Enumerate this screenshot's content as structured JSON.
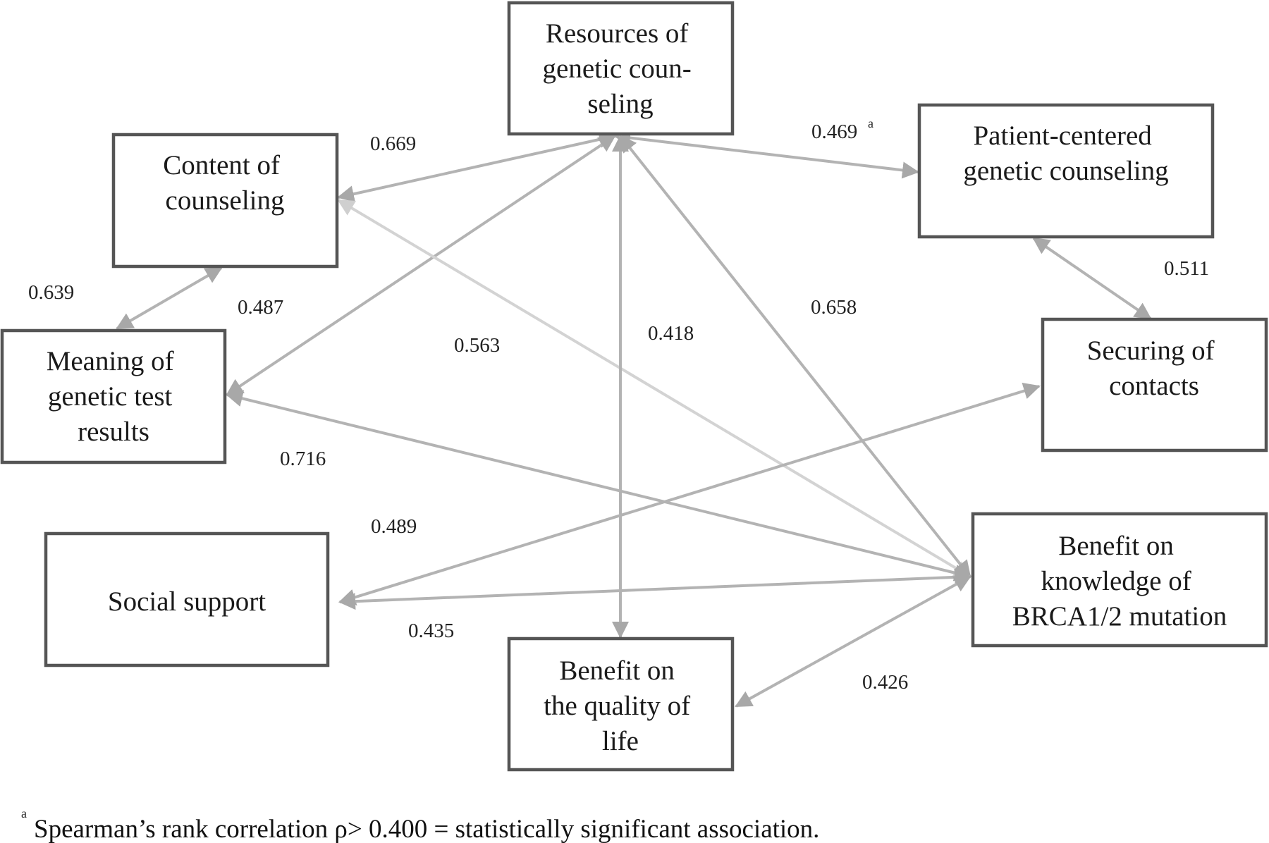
{
  "nodes": {
    "resources": [
      "Resources of",
      "genetic coun-",
      "seling"
    ],
    "content": [
      "Content of",
      "counseling"
    ],
    "patient": [
      "Patient-centered",
      "genetic counseling"
    ],
    "meaning": [
      "Meaning of",
      "genetic test",
      "results"
    ],
    "securing": [
      "Securing of",
      "contacts"
    ],
    "social": [
      "Social support"
    ],
    "knowledge": [
      "Benefit on",
      "knowledge of",
      "BRCA1/2 mutation"
    ],
    "quality": [
      "Benefit on",
      "the quality of",
      "life"
    ]
  },
  "edges": [
    {
      "id": "res-content",
      "value": "0.669"
    },
    {
      "id": "res-patient",
      "value": "0.469",
      "sup": "a"
    },
    {
      "id": "content-meaning",
      "value": "0.639"
    },
    {
      "id": "res-meaning",
      "value": "0.487"
    },
    {
      "id": "content-knowledge",
      "value": "0.563"
    },
    {
      "id": "res-quality",
      "value": "0.418"
    },
    {
      "id": "res-knowledge",
      "value": "0.658"
    },
    {
      "id": "patient-securing",
      "value": "0.511"
    },
    {
      "id": "meaning-knowledge",
      "value": "0.716"
    },
    {
      "id": "social-securing",
      "value": "0.489"
    },
    {
      "id": "social-knowledge",
      "value": "0.435"
    },
    {
      "id": "quality-knowledge",
      "value": "0.426"
    }
  ],
  "footnote": {
    "marker": "a",
    "text": "Spearman’s rank correlation ρ> 0.400 = statistically significant association."
  }
}
